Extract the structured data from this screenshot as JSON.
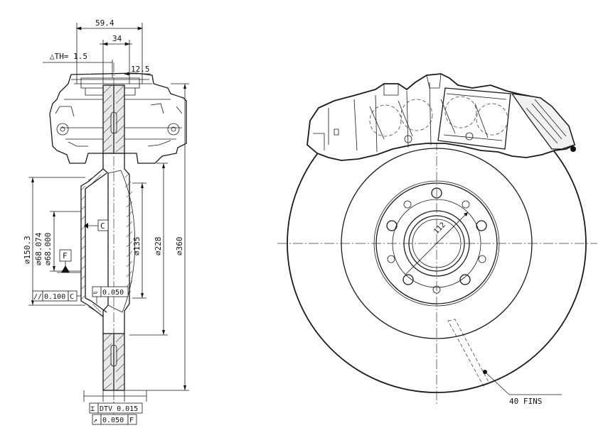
{
  "dimensions": {
    "caliper_width": "59.4",
    "pad_width": "34",
    "thickness_variation": "△TH= 1.5",
    "disc_offset": "12.5",
    "bell_outer_diameter": "∅150.3",
    "hub_bore_upper": "∅68.074",
    "hub_bore_lower": "∅68.000",
    "friction_inner_diameter": "∅135",
    "friction_mid_diameter": "∅228",
    "disc_outer_diameter": "∅360",
    "pcd": "112"
  },
  "datums": {
    "datum_c": "C",
    "datum_f": "F"
  },
  "tolerances": {
    "parallelism_symbol": "//",
    "parallelism_value": "0.100",
    "parallelism_datum": "C",
    "flatness_symbol": "▱",
    "flatness_value": "0.050",
    "dtv_symbol": "⌶",
    "dtv_label": "DTV 0.015",
    "runout_symbol": "↗",
    "runout_value": "0.050",
    "runout_datum": "F"
  },
  "callouts": {
    "fins": "40 FINS"
  }
}
